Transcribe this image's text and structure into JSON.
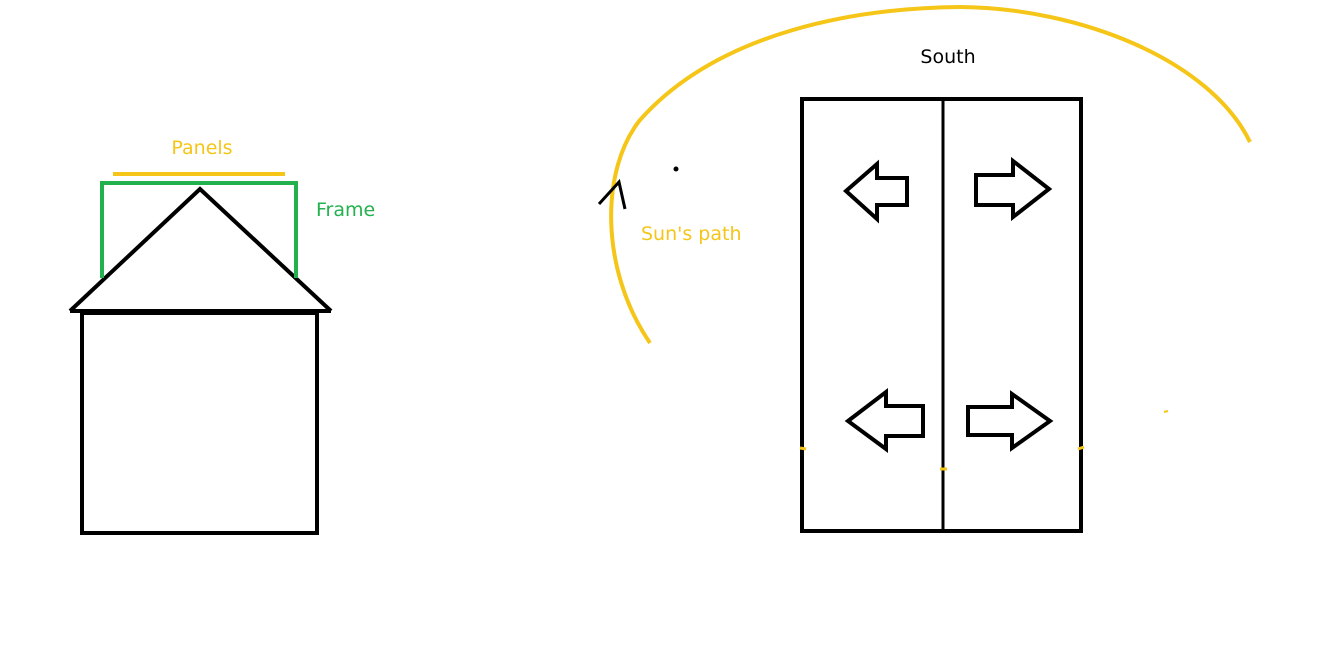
{
  "labels": {
    "panels": "Panels",
    "frame": "Frame",
    "suns_path": "Sun's path",
    "south": "South"
  },
  "colors": {
    "panels": "#F5C518",
    "frame": "#22B14C",
    "suns_path": "#F5C518",
    "outline": "#000000",
    "background": "#FFFFFF"
  },
  "icons": {
    "panel_arrows": [
      "arrow-left-icon",
      "arrow-right-icon",
      "arrow-left-icon",
      "arrow-right-icon"
    ]
  }
}
